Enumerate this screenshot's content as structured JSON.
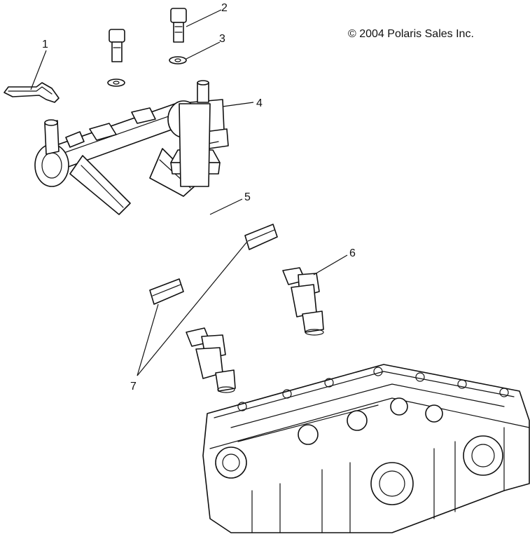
{
  "copyright": "© 2004 Polaris Sales Inc.",
  "callouts": [
    {
      "label": "1",
      "part": "fuel-rail-seal"
    },
    {
      "label": "2",
      "part": "screw"
    },
    {
      "label": "3",
      "part": "washer"
    },
    {
      "label": "4",
      "part": "fuel-rail-assembly"
    },
    {
      "label": "5",
      "part": "pressure-regulator"
    },
    {
      "label": "6",
      "part": "fuel-injector"
    },
    {
      "label": "7",
      "part": "injector-connector-clip"
    }
  ]
}
